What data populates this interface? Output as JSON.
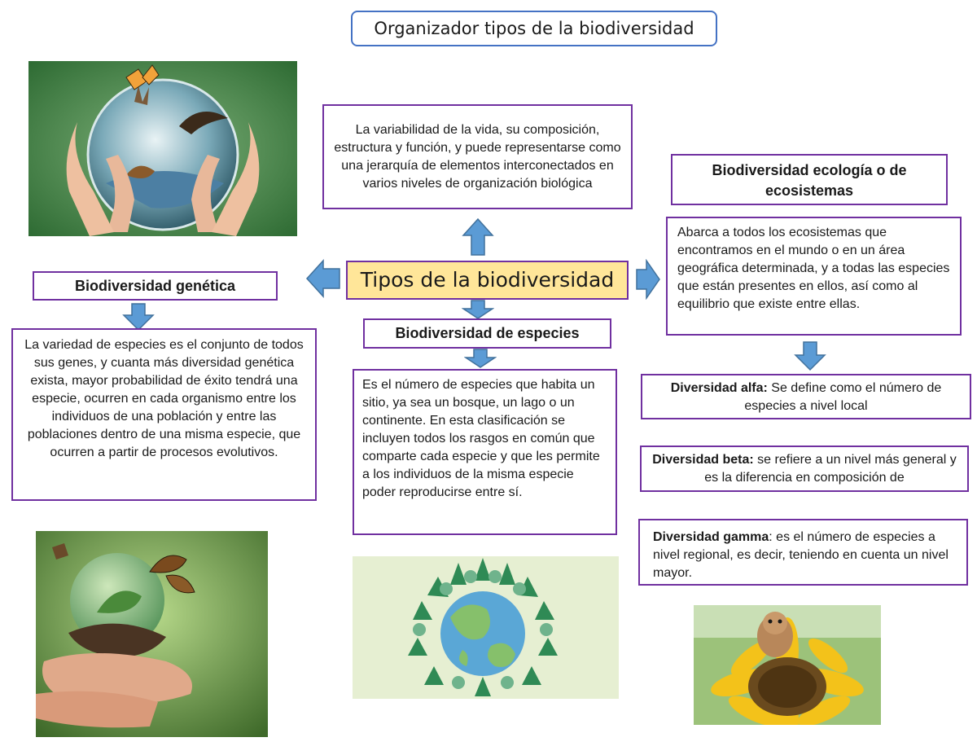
{
  "title": "Organizador tipos de la biodiversidad",
  "center": "Tipos de la biodiversidad",
  "definition": "La variabilidad de la vida, su composición, estructura y función, y puede representarse como una jerarquía de elementos interconectados en varios niveles de organización biológica",
  "genetica": {
    "header": "Biodiversidad genética",
    "text": "La variedad de especies es el conjunto de todos sus genes, y cuanta más diversidad genética exista, mayor probabilidad de éxito tendrá una especie, ocurren en cada organismo entre los individuos de una población y entre las poblaciones dentro de una misma especie, que ocurren a partir de procesos evolutivos."
  },
  "especies": {
    "header": "Biodiversidad de especies",
    "text": "Es el número de especies que habita un sitio, ya sea un bosque, un lago o un continente. En esta clasificación se incluyen todos los rasgos en común que comparte cada especie y que les permite a los individuos de la misma especie poder reproducirse entre sí."
  },
  "ecologia": {
    "header": "Biodiversidad ecología o de ecosistemas",
    "text": "Abarca a todos los ecosistemas que encontramos en el mundo o en un área geográfica determinada, y a todas las especies que están presentes en ellos, así como al equilibrio que existe entre ellas."
  },
  "alfa": {
    "label": "Diversidad alfa:",
    "text": " Se define como el número de especies a nivel local"
  },
  "beta": {
    "label": "Diversidad beta:",
    "text": " se refiere a un nivel más general y es la diferencia en composición de"
  },
  "gamma": {
    "label": "Diversidad gamma",
    "text": ": es el número de especies a nivel regional, es decir, teniendo en cuenta un nivel mayor."
  },
  "colors": {
    "border": "#7030a0",
    "title_border": "#4472c4",
    "center_fill": "#ffe699",
    "arrow": "#5b9bd5"
  },
  "images": [
    "globe-hands-animals-image",
    "seedling-globe-butterfly-image",
    "earth-trees-image",
    "chipmunk-sunflower-image"
  ]
}
